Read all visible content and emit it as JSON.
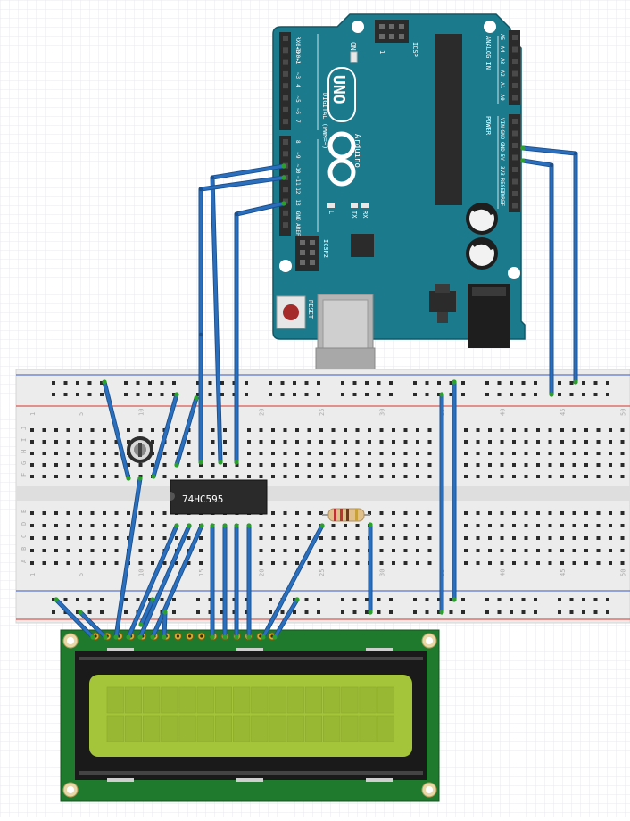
{
  "arduino": {
    "logo": "UNO",
    "brand": "Arduino",
    "digital_title": "DIGITAL (PWM=~)",
    "analog_title": "ANALOG IN",
    "power_title": "POWER",
    "icsp": "ICSP",
    "icsp2": "ICSP2",
    "on_label": "ON",
    "reset_label": "RESET",
    "l_label": "L",
    "tx_label": "TX",
    "rx_label": "RX",
    "icsp_pin1": "1",
    "digital_pins": [
      "RX0◂0",
      "TX0▸1",
      "2",
      "~3",
      "4",
      "~5",
      "~6",
      "7",
      "8",
      "~9",
      "~10",
      "~11",
      "12",
      "13",
      "GND",
      "AREF"
    ],
    "analog_pins": [
      "A5",
      "A4",
      "A3",
      "A2",
      "A1",
      "A0"
    ],
    "power_pins": [
      "VIN",
      "GND",
      "GND",
      "5V",
      "3V3",
      "RESET",
      "IOREF",
      ""
    ]
  },
  "breadboard": {
    "column_numbers": [
      "1",
      "5",
      "10",
      "15",
      "20",
      "25",
      "30",
      "35",
      "40",
      "45",
      "50"
    ],
    "row_letters_top": [
      "J",
      "I",
      "H",
      "G",
      "F"
    ],
    "row_letters_bottom": [
      "E",
      "D",
      "C",
      "B",
      "A"
    ]
  },
  "ic": {
    "label": "74HC595"
  },
  "lcd": {
    "columns": 16,
    "rows": 2,
    "pins": 16
  },
  "colors": {
    "wire": "#2a6fbd",
    "board_teal": "#1b7a8c",
    "lcd_pcb": "#1f7a2e",
    "lcd_screen": "#a4c43a",
    "breadboard": "#ececec",
    "rail_red": "#d9342b",
    "rail_blue": "#3a56c6"
  }
}
